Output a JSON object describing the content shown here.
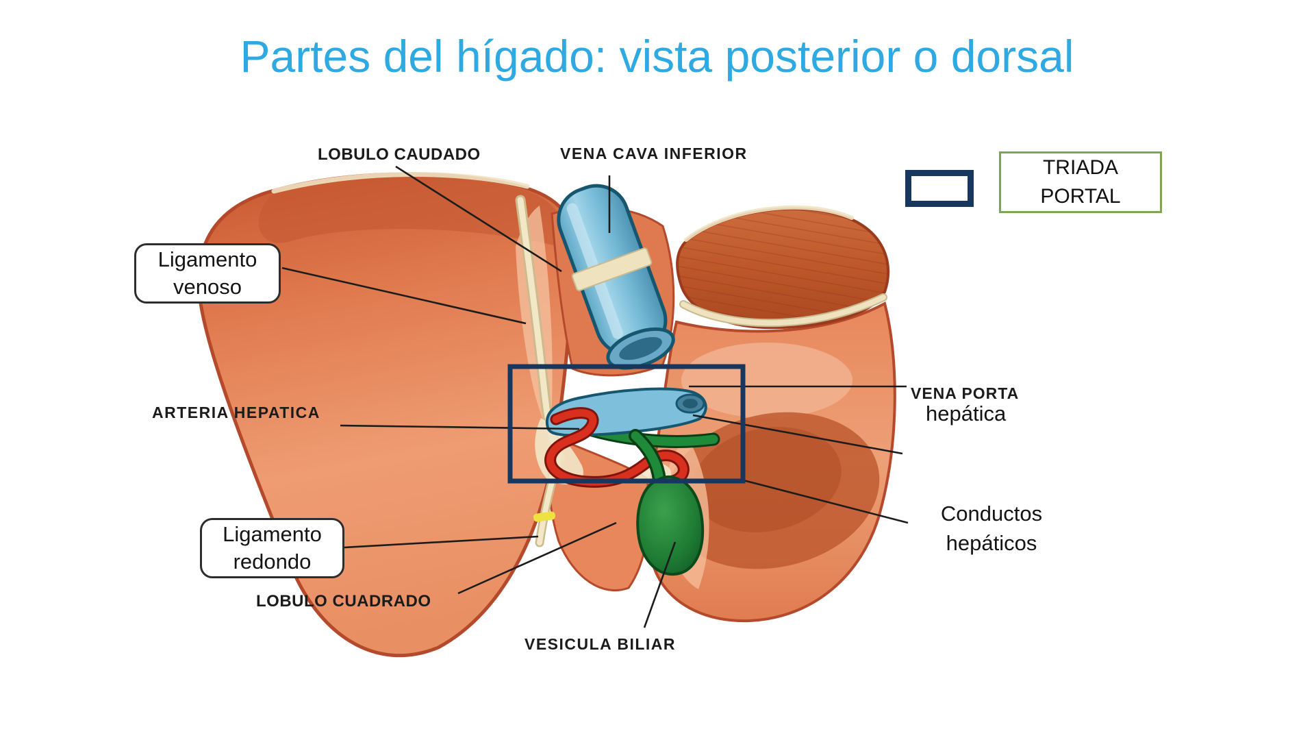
{
  "title": "Partes del hígado: vista posterior o dorsal",
  "legend": {
    "label": "TRIADA PORTAL"
  },
  "labels": {
    "lobulo_caudado": "LOBULO CAUDADO",
    "vena_cava_inferior": "VENA CAVA INFERIOR",
    "ligamento_venoso": "Ligamento venoso",
    "arteria_hepatica": "ARTERIA HEPATICA",
    "vena_porta": "VENA PORTA",
    "vena_porta_sub": "hepática",
    "conductos_hepaticos": "Conductos hepáticos",
    "ligamento_redondo": "Ligamento redondo",
    "lobulo_cuadrado": "LOBULO CUADRADO",
    "vesicula_biliar": "VESICULA BILIAR"
  },
  "colors": {
    "title": "#2FA9E1",
    "highlight_box": "#17375E",
    "legend_border": "#7CA653",
    "liver_main": "#E8875C",
    "liver_outline": "#B5492B",
    "vein_blue": "#7EC0DC",
    "vein_outline": "#16566F",
    "artery_red": "#D92F1E",
    "duct_green": "#1F8A3A",
    "ligament_cream": "#F2E7C6",
    "label_text": "#1b1b1b"
  }
}
